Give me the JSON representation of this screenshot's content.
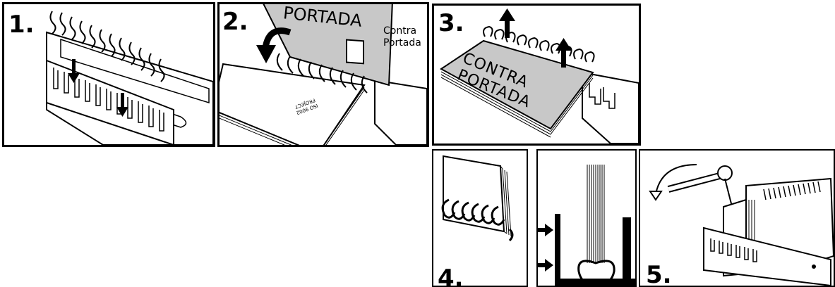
{
  "steps": {
    "s1": {
      "number": "1."
    },
    "s2": {
      "number": "2.",
      "cover": "PORTADA",
      "back_cover_line1": "Contra",
      "back_cover_line2": "Portada",
      "stamp_line1": "ISO 9002",
      "stamp_line2": "PROJECT"
    },
    "s3": {
      "number": "3.",
      "back_cover_line1": "CONTRA",
      "back_cover_line2": "PORTADA"
    },
    "s4": {
      "number": "4."
    },
    "s5": {
      "number": "5."
    }
  },
  "colors": {
    "ink": "#000000",
    "cover_fill": "#c8c8c8",
    "paper": "#ffffff"
  }
}
